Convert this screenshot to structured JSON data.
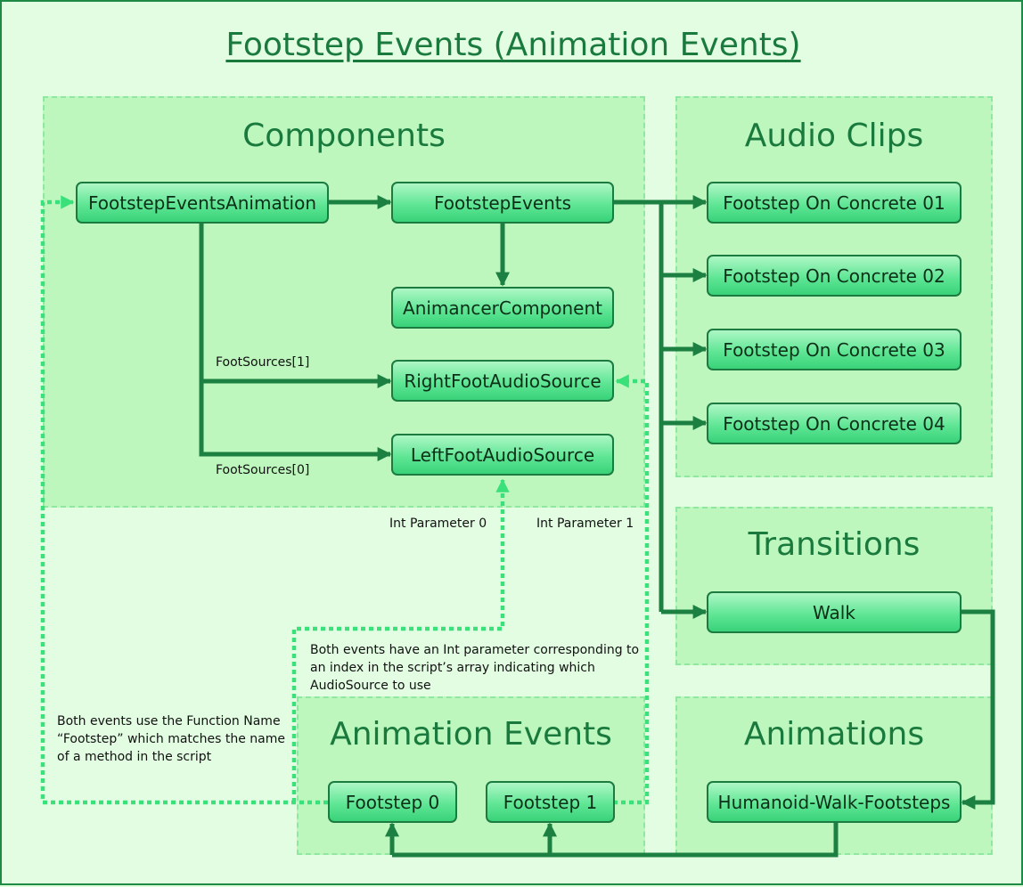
{
  "title": "Footstep Events (Animation Events)",
  "groups": {
    "components": "Components",
    "audio_clips": "Audio Clips",
    "transitions": "Transitions",
    "animation_events": "Animation Events",
    "animations": "Animations"
  },
  "nodes": {
    "footstep_events_animation": "FootstepEventsAnimation",
    "footstep_events": "FootstepEvents",
    "animancer_component": "AnimancerComponent",
    "right_foot_audio_source": "RightFootAudioSource",
    "left_foot_audio_source": "LeftFootAudioSource",
    "concrete_01": "Footstep On Concrete 01",
    "concrete_02": "Footstep On Concrete 02",
    "concrete_03": "Footstep On Concrete 03",
    "concrete_04": "Footstep On Concrete 04",
    "walk": "Walk",
    "footstep_0": "Footstep 0",
    "footstep_1": "Footstep 1",
    "humanoid_walk_footsteps": "Humanoid-Walk-Footsteps"
  },
  "labels": {
    "foot_sources_1": "FootSources[1]",
    "foot_sources_0": "FootSources[0]",
    "int_param_0": "Int Parameter 0",
    "int_param_1": "Int Parameter 1"
  },
  "notes": {
    "int_parameter_note": "Both events have an Int parameter corresponding to an index in the script’s array indicating which AudioSource to use",
    "function_name_note": "Both events use the Function Name “Footstep” which matches the name of a method in the script"
  },
  "colors": {
    "solid_arrow": "#1c8043",
    "dotted_arrow": "#3ae07a",
    "title_text": "#1a7a3e"
  }
}
